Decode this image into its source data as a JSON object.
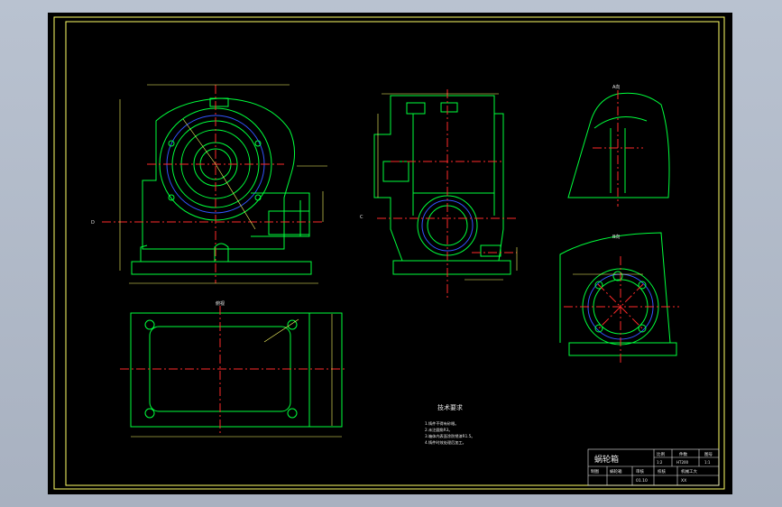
{
  "drawing": {
    "title": "蜗轮箱",
    "notes": {
      "heading": "技术要求",
      "lines": [
        "1.铸件不得有砂眼。",
        "2.未注圆角R3。",
        "3.箱体内表面涂防锈漆R1.5。",
        "4.铸件时效处理后加工。"
      ]
    },
    "titleblock": {
      "name": "蜗轮箱",
      "scale_h": "比例",
      "qty_h": "件数",
      "weight_h": "图号",
      "scale_v": "1:2",
      "qty_v": "HT200",
      "weight_v": "1:1",
      "drawn_h": "制图",
      "drawn_v": "蜗轮箱",
      "check_h": "审核",
      "school": "机械工大",
      "check_v": "校核",
      "date_v": "01.10",
      "mat_v": "XX"
    },
    "view_labels": {
      "a": "A",
      "b": "B",
      "c": "C",
      "d": "D",
      "sec_top": "A向",
      "sec_bottom": "B向",
      "plan": "俯视"
    }
  },
  "colors": {
    "outline": "#00ff3c",
    "center": "#ff2a2a",
    "dim": "#ffff66",
    "hidden": "#3355ff",
    "frame": "#ffff66"
  }
}
